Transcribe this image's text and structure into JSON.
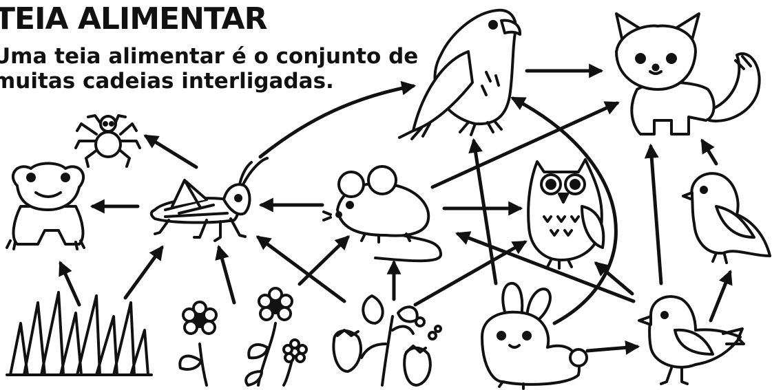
{
  "header": {
    "title": "TEIA ALIMENTAR",
    "subtitle_line1": "Uma teia alimentar é o conjunto de",
    "subtitle_line2": "muitas cadeias interligadas."
  },
  "organisms": [
    {
      "id": "eagle",
      "icon": "eagle-icon"
    },
    {
      "id": "fox",
      "icon": "fox-icon"
    },
    {
      "id": "spider",
      "icon": "spider-icon"
    },
    {
      "id": "frog",
      "icon": "frog-icon"
    },
    {
      "id": "grasshopper",
      "icon": "grasshopper-icon"
    },
    {
      "id": "mouse",
      "icon": "mouse-icon"
    },
    {
      "id": "owl",
      "icon": "owl-icon"
    },
    {
      "id": "small-bird-right",
      "icon": "bird-icon"
    },
    {
      "id": "grass",
      "icon": "grass-icon"
    },
    {
      "id": "flowers-left",
      "icon": "flower-icon"
    },
    {
      "id": "flowers-middle",
      "icon": "flower-icon"
    },
    {
      "id": "strawberry-plant",
      "icon": "strawberry-icon"
    },
    {
      "id": "rabbit",
      "icon": "rabbit-icon"
    },
    {
      "id": "bird-bottom",
      "icon": "bird-icon"
    }
  ],
  "colors": {
    "ink": "#111111",
    "background": "#ffffff"
  }
}
